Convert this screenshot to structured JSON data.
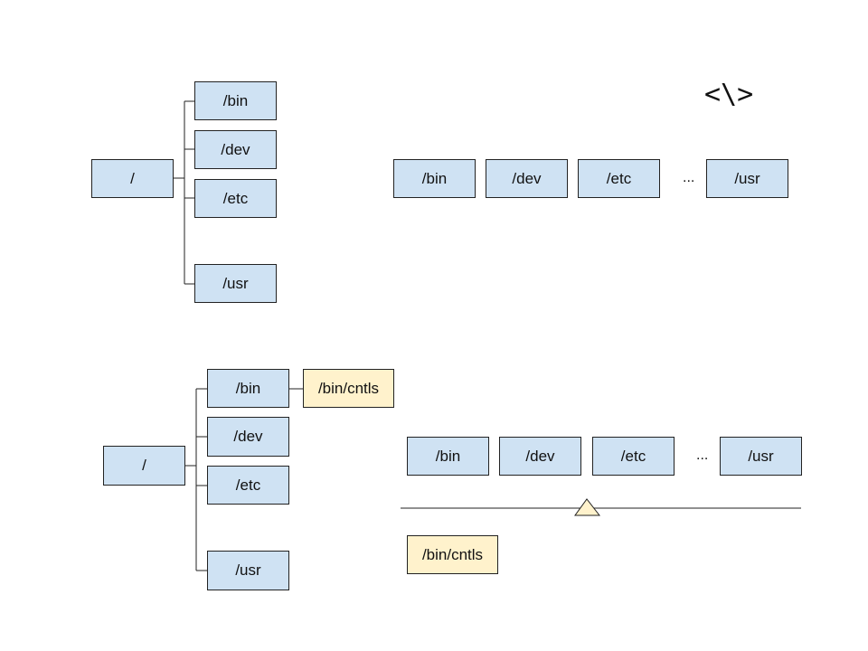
{
  "diagram1": {
    "root": "/",
    "children": [
      "/bin",
      "/dev",
      "/etc",
      "/usr"
    ]
  },
  "row1": {
    "items": [
      "/bin",
      "/dev",
      "/etc",
      "/usr"
    ],
    "ellipsis": "...",
    "code_icon": "<\\>"
  },
  "diagram2": {
    "root": "/",
    "children": [
      "/bin",
      "/dev",
      "/etc",
      "/usr"
    ],
    "leaf": "/bin/cntls"
  },
  "row2": {
    "items": [
      "/bin",
      "/dev",
      "/etc",
      "/usr"
    ],
    "ellipsis": "...",
    "leaf": "/bin/cntls"
  },
  "colors": {
    "blue_fill": "#cfe2f3",
    "yellow_fill": "#fff2cc",
    "stroke": "#222222"
  }
}
